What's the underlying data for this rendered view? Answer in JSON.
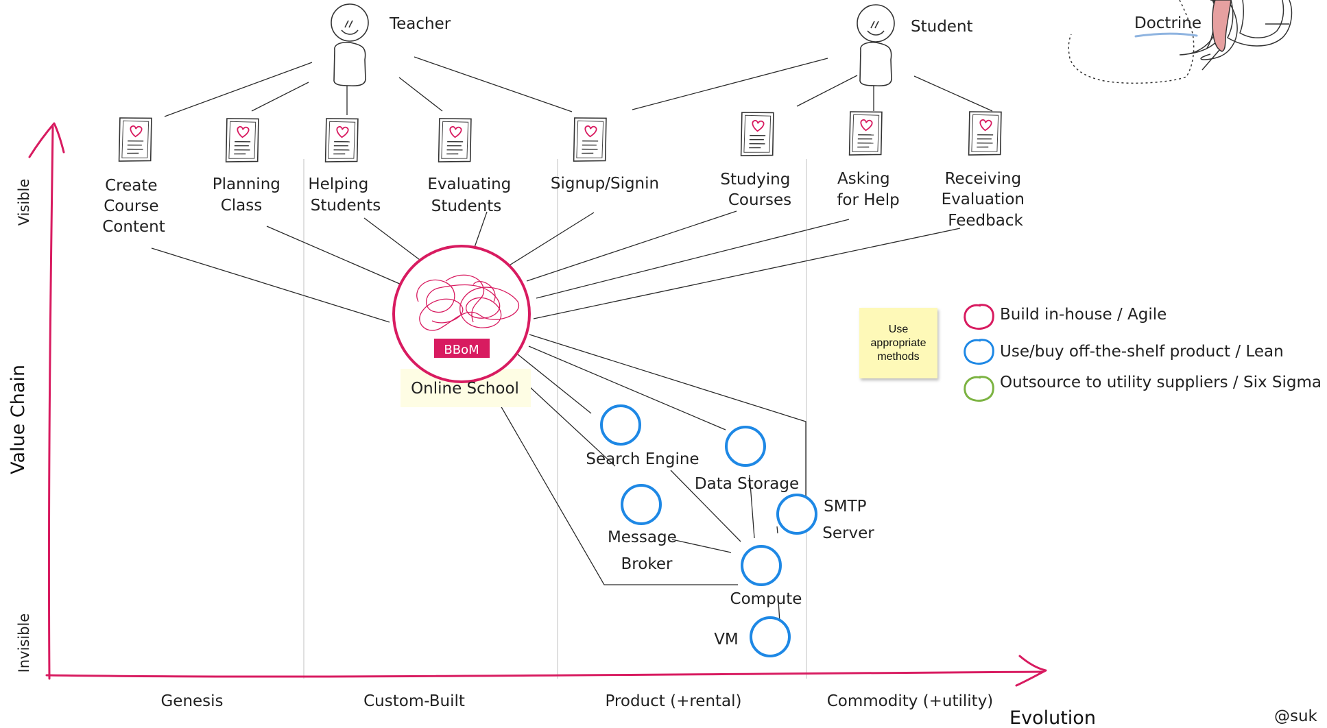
{
  "users": {
    "teacher": "Teacher",
    "student": "Student"
  },
  "needs": {
    "create_course_content": [
      "Create",
      "Course",
      "Content"
    ],
    "planning_class": [
      "Planning",
      "Class"
    ],
    "helping_students": [
      "Helping",
      "Students"
    ],
    "evaluating_students": [
      "Evaluating",
      "Students"
    ],
    "signup_signin": [
      "Signup/Signin"
    ],
    "studying_courses": [
      "Studying",
      "Courses"
    ],
    "asking_for_help": [
      "Asking",
      "for Help"
    ],
    "receiving_evaluation_feedback": [
      "Receiving",
      "Evaluation",
      "Feedback"
    ]
  },
  "core": {
    "badge": "BBoM",
    "label": "Online School"
  },
  "components": {
    "search_engine": "Search Engine",
    "data_storage": "Data Storage",
    "message_broker": [
      "Message",
      "Broker"
    ],
    "smtp_server": [
      "SMTP",
      "Server"
    ],
    "compute": "Compute",
    "vm": "VM"
  },
  "sticky_note": "Use appropriate methods",
  "legend": [
    {
      "label": "Build in-house / Agile",
      "color": "#d81b60"
    },
    {
      "label": "Use/buy off-the-shelf product / Lean",
      "color": "#1e88e5"
    },
    {
      "label": "Outsource to utility suppliers / Six Sigma",
      "color": "#7cb342"
    }
  ],
  "doctrine": "Doctrine",
  "axes": {
    "y_title": "Value Chain",
    "y_top": "Visible",
    "y_bottom": "Invisible",
    "x_title": "Evolution",
    "stages": [
      "Genesis",
      "Custom-Built",
      "Product (+rental)",
      "Commodity (+utility)"
    ]
  },
  "handle": "@suk",
  "colors": {
    "axis": "#d81b60",
    "component": "#1e88e5",
    "badge": "#d81b60",
    "note": "#fef9b8"
  }
}
